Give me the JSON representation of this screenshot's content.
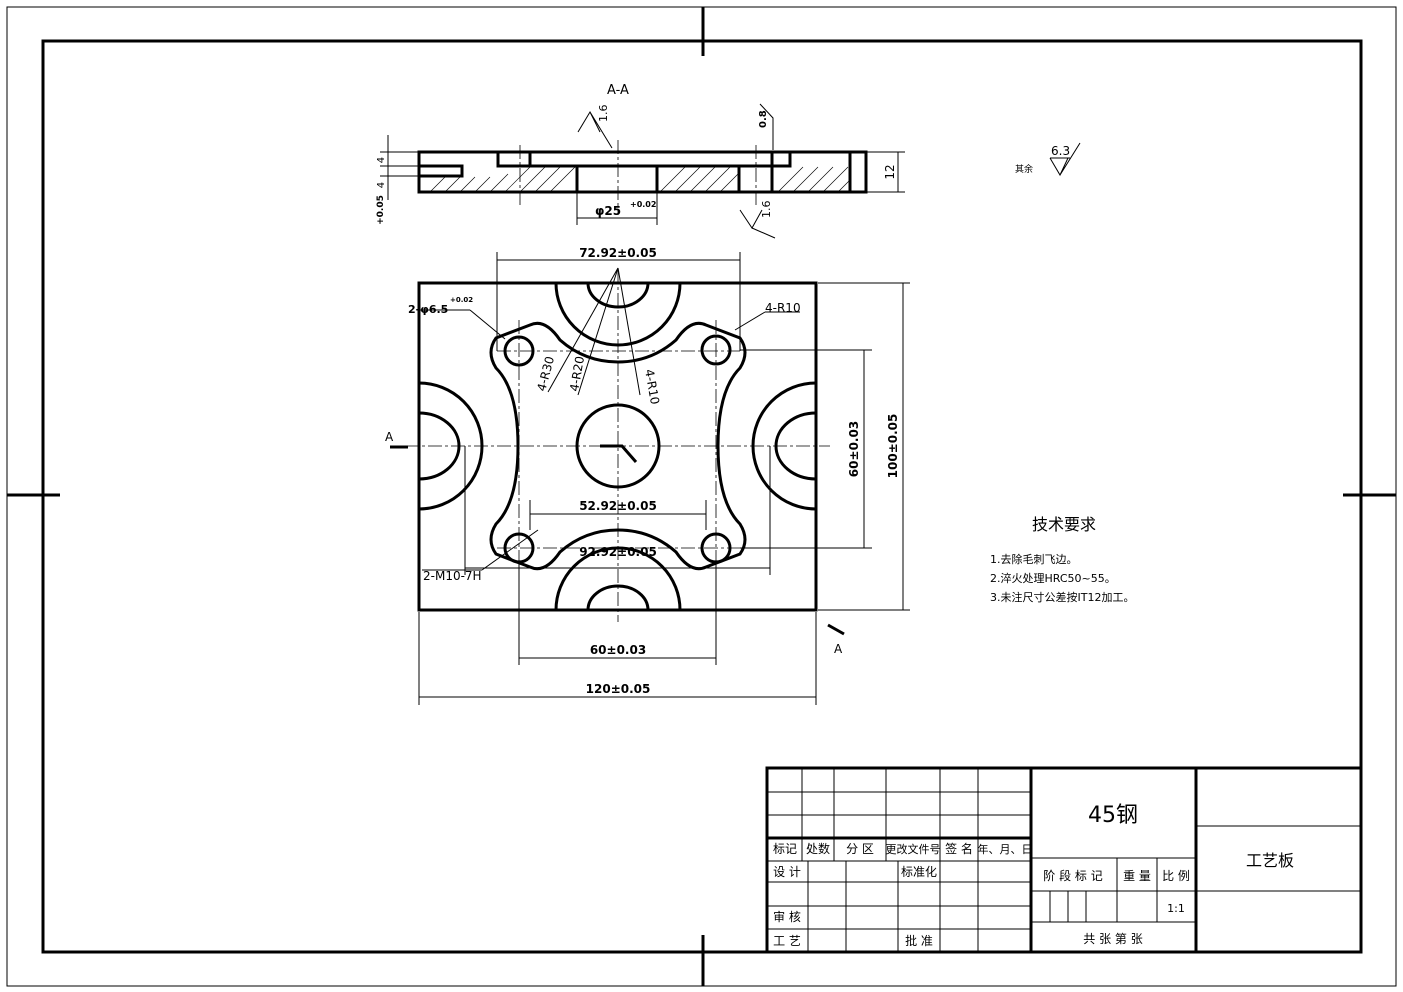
{
  "section_view": {
    "label": "A-A",
    "roughness_top_left": "1.6",
    "roughness_bottom": "1.6",
    "roughness_top_right": "0.8",
    "dim_height": "12",
    "dim_step_top": "4",
    "dim_step_bottom": "4",
    "dim_bore": "φ25",
    "dim_bore_tol": "+0.02",
    "dim_left_tol": "+0.05"
  },
  "plan_view": {
    "dim_top": "72.92±0.05",
    "dim_mid": "52.92±0.05",
    "dim_lower": "92.92±0.05",
    "dim_bottom": "60±0.03",
    "dim_overall_width": "120±0.05",
    "dim_right_inner": "60±0.03",
    "dim_right_outer": "100±0.05",
    "label_r10_top": "4-R10",
    "label_r30": "4-R30",
    "label_r20": "4-R20",
    "label_r10_mid": "4-R10",
    "label_holes_top": "2-φ6.5",
    "label_holes_top_tol": "+0.02",
    "label_threads": "2-M10-7H",
    "section_mark_left": "A",
    "section_mark_right": "A"
  },
  "roughness_note": {
    "label": "其余",
    "value": "6.3"
  },
  "tech_requirements": {
    "title": "技术要求",
    "items": [
      "1.去除毛刺飞边。",
      "2.淬火处理HRC50~55。",
      "3.未注尺寸公差按IT12加工。"
    ]
  },
  "title_block": {
    "material": "45钢",
    "part_name": "工艺板",
    "headers": [
      "标记",
      "处数",
      "分 区",
      "更改文件号",
      "签 名",
      "年、月、日"
    ],
    "design": "设 计",
    "standardize": "标准化",
    "review": "审 核",
    "process": "工 艺",
    "approve": "批 准",
    "stage_mark": "阶 段 标 记",
    "weight": "重 量",
    "scale_label": "比 例",
    "scale_value": "1:1",
    "sheets": "共  张  第  张"
  }
}
